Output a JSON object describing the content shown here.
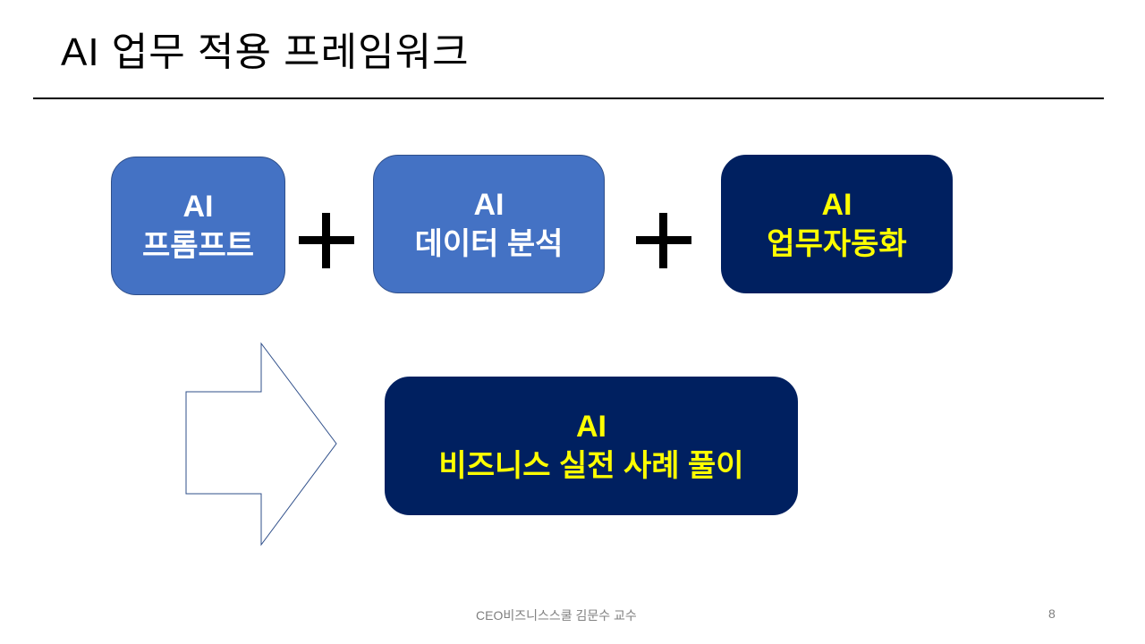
{
  "slide": {
    "title": "AI 업무 적용 프레임워크",
    "boxes": [
      {
        "line1": "AI",
        "line2": "프롬프트"
      },
      {
        "line1": "AI",
        "line2": "데이터 분석"
      },
      {
        "line1": "AI",
        "line2": "업무자동화"
      }
    ],
    "result": {
      "line1": "AI",
      "line2": "비즈니스 실전 사례 풀이"
    },
    "footer": "CEO비즈니스스쿨 김문수 교수",
    "page_number": "8"
  }
}
